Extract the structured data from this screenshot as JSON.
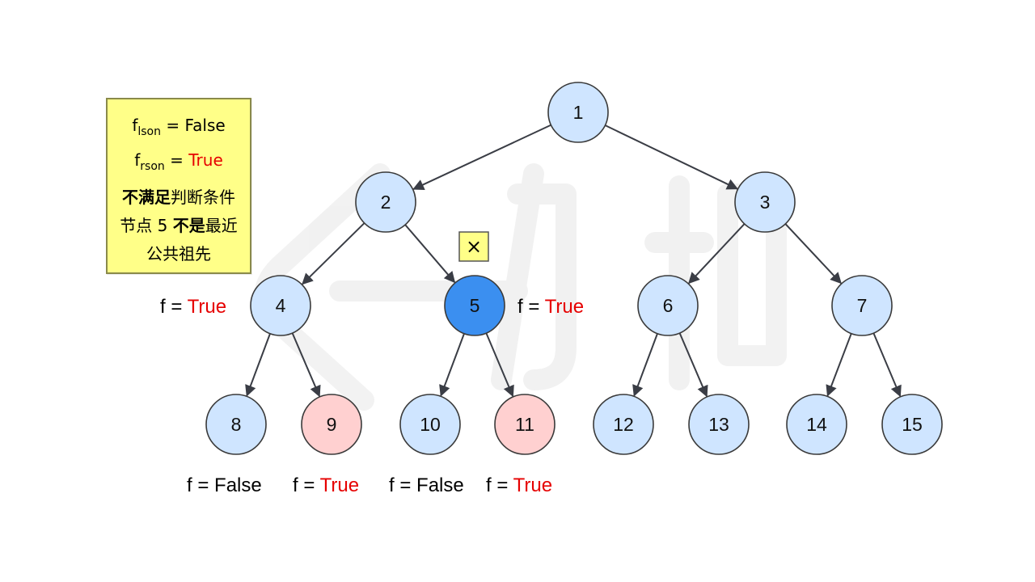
{
  "note": {
    "f_symbol": "f",
    "line1_sub": "lson",
    "line1_eq": " = ",
    "line1_value": "False",
    "line2_sub": "rson",
    "line2_eq": " = ",
    "line2_value": "True",
    "line3_bold": "不满足",
    "line3_rest": "判断条件",
    "line4_pre": "节点 5 ",
    "line4_bold": "不是",
    "line4_rest": "最近",
    "line5": "公共祖先"
  },
  "cross_mark": "×",
  "annotations": [
    {
      "id": "f-node-4",
      "prefix": "f = ",
      "value": "True",
      "highlight": true
    },
    {
      "id": "f-node-5",
      "prefix": "f = ",
      "value": "True",
      "highlight": true
    },
    {
      "id": "f-node-8",
      "prefix": "f = ",
      "value": "False",
      "highlight": false
    },
    {
      "id": "f-node-9",
      "prefix": "f = ",
      "value": "True",
      "highlight": true
    },
    {
      "id": "f-node-10",
      "prefix": "f = ",
      "value": "False",
      "highlight": false
    },
    {
      "id": "f-node-11",
      "prefix": "f = ",
      "value": "True",
      "highlight": true
    }
  ],
  "tree": {
    "nodes": [
      {
        "id": 1,
        "label": "1",
        "state": "normal"
      },
      {
        "id": 2,
        "label": "2",
        "state": "normal"
      },
      {
        "id": 3,
        "label": "3",
        "state": "normal"
      },
      {
        "id": 4,
        "label": "4",
        "state": "normal"
      },
      {
        "id": 5,
        "label": "5",
        "state": "current"
      },
      {
        "id": 6,
        "label": "6",
        "state": "normal"
      },
      {
        "id": 7,
        "label": "7",
        "state": "normal"
      },
      {
        "id": 8,
        "label": "8",
        "state": "normal"
      },
      {
        "id": 9,
        "label": "9",
        "state": "target"
      },
      {
        "id": 10,
        "label": "10",
        "state": "normal"
      },
      {
        "id": 11,
        "label": "11",
        "state": "target"
      },
      {
        "id": 12,
        "label": "12",
        "state": "normal"
      },
      {
        "id": 13,
        "label": "13",
        "state": "normal"
      },
      {
        "id": 14,
        "label": "14",
        "state": "normal"
      },
      {
        "id": 15,
        "label": "15",
        "state": "normal"
      }
    ],
    "edges": [
      [
        1,
        2
      ],
      [
        1,
        3
      ],
      [
        2,
        4
      ],
      [
        2,
        5
      ],
      [
        3,
        6
      ],
      [
        3,
        7
      ],
      [
        4,
        8
      ],
      [
        4,
        9
      ],
      [
        5,
        10
      ],
      [
        5,
        11
      ],
      [
        6,
        12
      ],
      [
        6,
        13
      ],
      [
        7,
        14
      ],
      [
        7,
        15
      ]
    ]
  },
  "colors": {
    "node_fill": "#cfe5ff",
    "node_stroke": "#3a3a3a",
    "current_fill": "#3b8ff0",
    "target_fill": "#ffd0d0",
    "edge": "#3a3d45",
    "highlight_text": "#e60000",
    "note_fill": "#ffff88"
  }
}
